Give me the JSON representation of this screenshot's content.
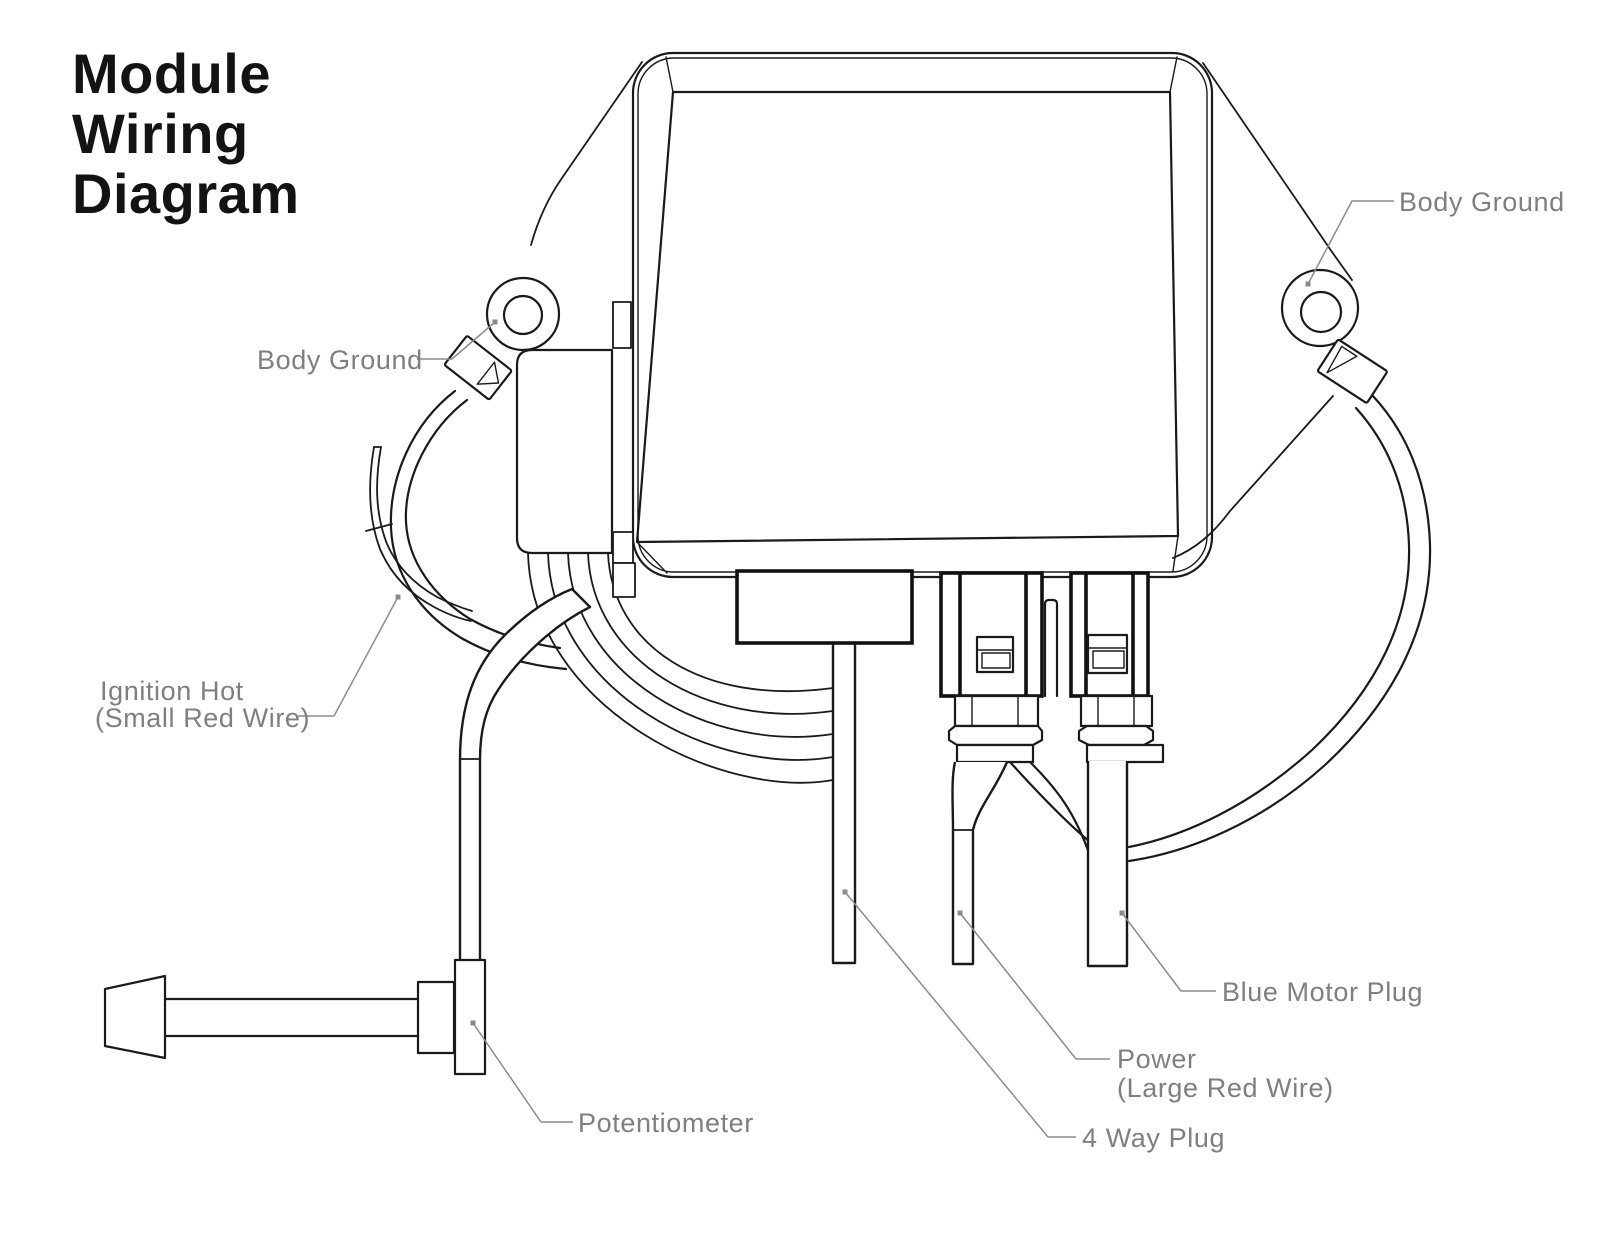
{
  "title": {
    "line1": "Module",
    "line2": "Wiring",
    "line3": "Diagram"
  },
  "labels": {
    "body_ground_left": "Body Ground",
    "body_ground_right": "Body Ground",
    "ignition_hot_line1": "Ignition Hot",
    "ignition_hot_line2": "(Small Red Wire)",
    "potentiometer": "Potentiometer",
    "four_way_plug": "4 Way Plug",
    "power_line1": "Power",
    "power_line2": "(Large Red Wire)",
    "blue_motor_plug": "Blue Motor Plug"
  },
  "colors": {
    "background": "#ffffff",
    "drawing_line": "#1a1a1a",
    "label_text": "#7f7f7f",
    "leader_line": "#8c8c8c"
  }
}
